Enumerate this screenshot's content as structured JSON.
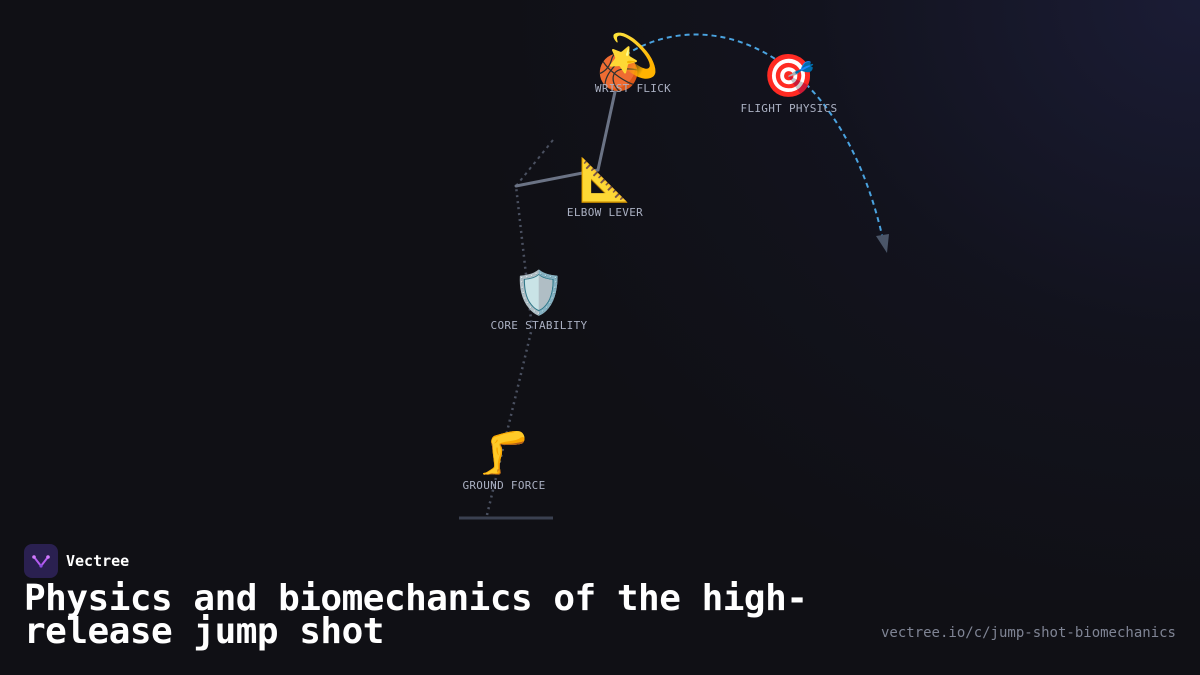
{
  "diagram": {
    "nodes": [
      {
        "id": "wrist",
        "icon": "💫",
        "icon_name": "dizzy-star-icon",
        "label": "WRIST FLICK"
      },
      {
        "id": "flight",
        "icon": "🎯",
        "icon_name": "target-icon",
        "label": "FLIGHT PHYSICS"
      },
      {
        "id": "elbow",
        "icon": "📐",
        "icon_name": "triangle-ruler-icon",
        "label": "ELBOW LEVER"
      },
      {
        "id": "core",
        "icon": "🛡️",
        "icon_name": "shield-icon",
        "label": "CORE STABILITY"
      },
      {
        "id": "ground",
        "icon": "🦵",
        "icon_name": "leg-icon",
        "label": "GROUND FORCE"
      }
    ],
    "ball_icon": "🏀",
    "colors": {
      "trajectory": "#4aa3e0",
      "limb": "#6b7385",
      "body_dotted": "#4a5060",
      "arrowhead": "#4a5568",
      "label": "#aab0c2"
    }
  },
  "brand": {
    "name": "Vectree",
    "logo_icon": "vectree-logo-icon"
  },
  "title": "Physics and biomechanics of the high-release jump shot",
  "url": "vectree.io/c/jump-shot-biomechanics"
}
